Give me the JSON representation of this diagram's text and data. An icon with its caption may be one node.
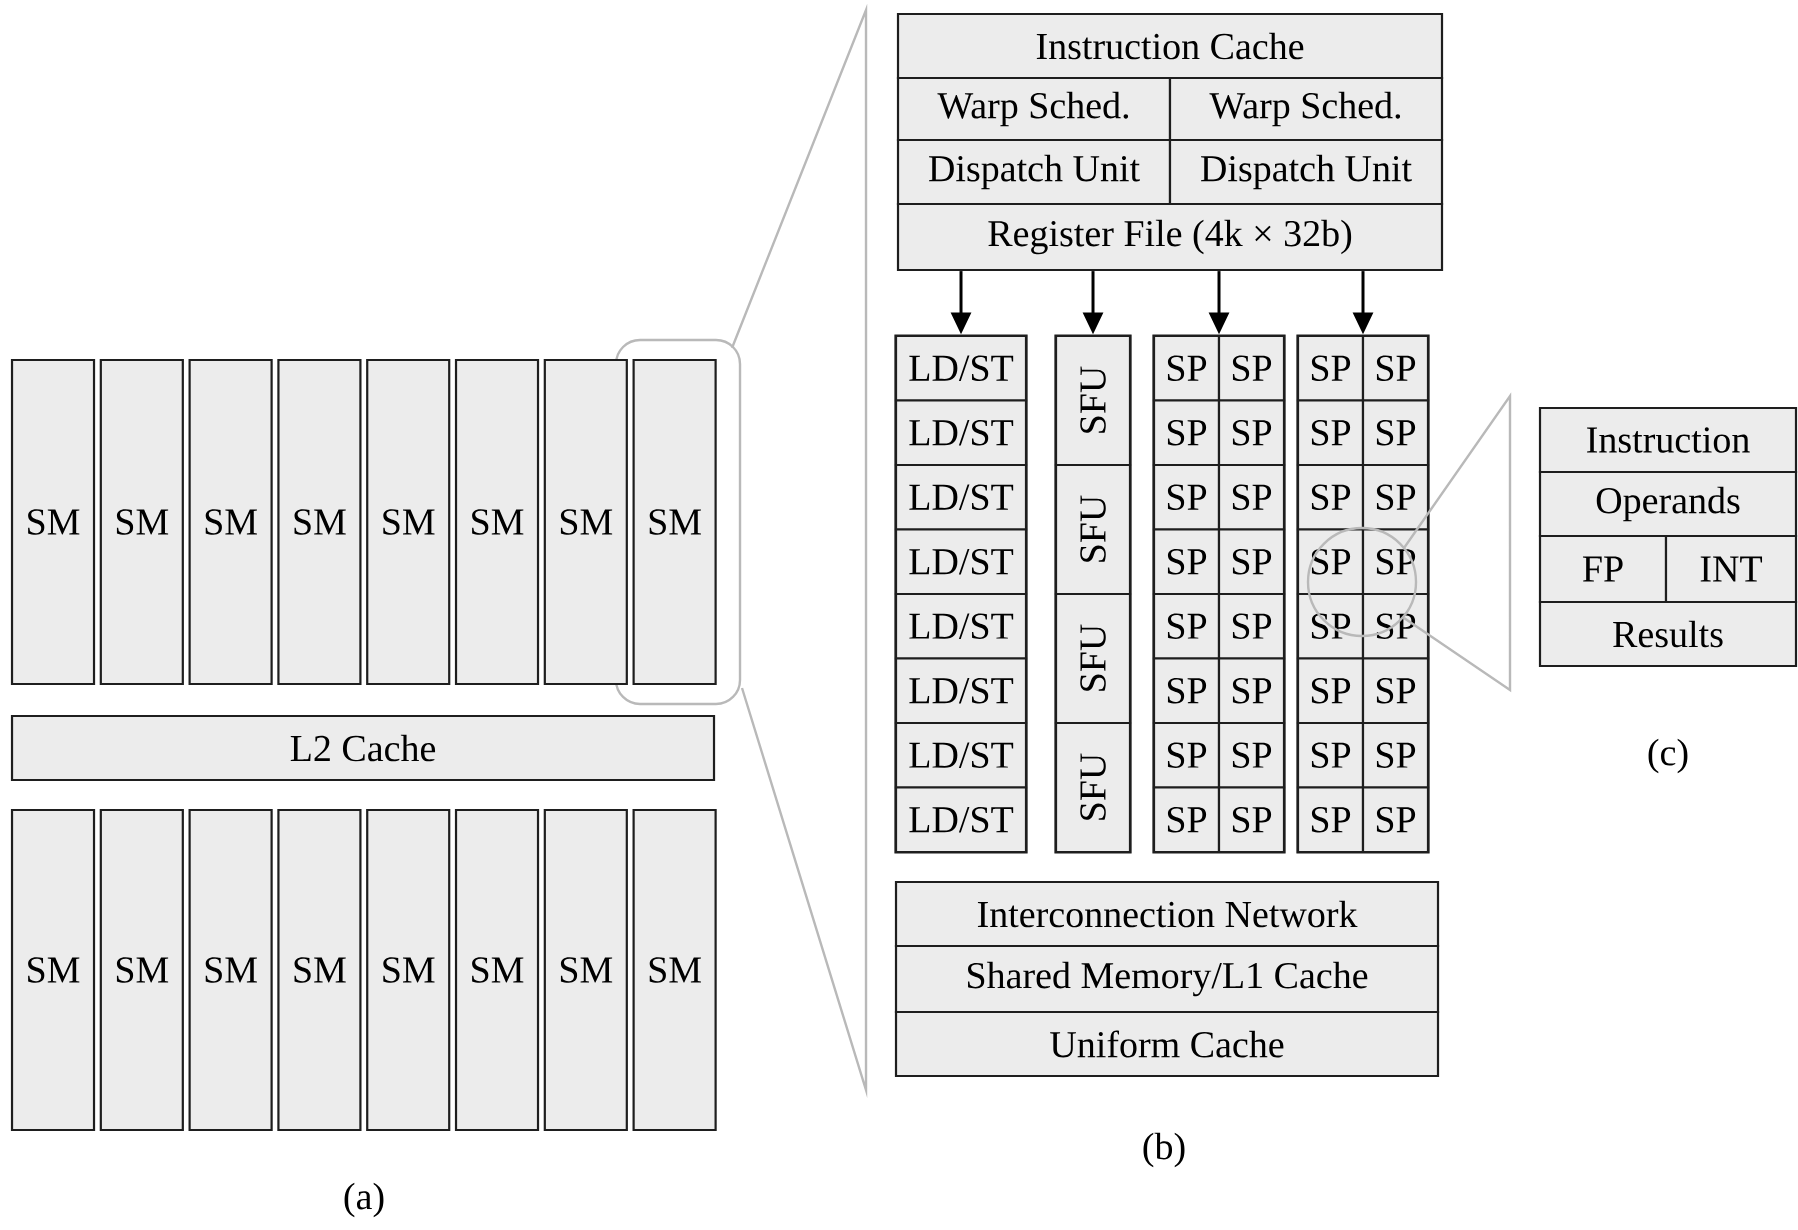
{
  "diagram": {
    "nodes": [
      {
        "text": [
          "SM"
        ]
      },
      {
        "text": [
          "SM"
        ]
      },
      {
        "text": [
          "SM"
        ]
      },
      {
        "text": [
          "SM"
        ]
      },
      {
        "text": [
          "SM"
        ]
      },
      {
        "text": [
          "SM"
        ]
      },
      {
        "text": [
          "SM"
        ]
      },
      {
        "text": [
          "SM"
        ]
      },
      {
        "text": [
          "L2 Cache"
        ]
      },
      {
        "text": [
          "SM"
        ]
      },
      {
        "text": [
          "SM"
        ]
      },
      {
        "text": [
          "SM"
        ]
      },
      {
        "text": [
          "SM"
        ]
      },
      {
        "text": [
          "SM"
        ]
      },
      {
        "text": [
          "SM"
        ]
      },
      {
        "text": [
          "SM"
        ]
      },
      {
        "text": [
          "SM"
        ]
      },
      {
        "text": [
          "Instruction Cache"
        ]
      },
      {
        "text": [
          "Warp Sched."
        ]
      },
      {
        "text": [
          "Warp Sched."
        ]
      },
      {
        "text": [
          "Dispatch Unit"
        ]
      },
      {
        "text": [
          "Dispatch Unit"
        ]
      },
      {
        "text": [
          "Register File (4k × 32b)"
        ]
      },
      {
        "text": [],
        "shape": "box"
      },
      {
        "text": [
          "LD/ST"
        ],
        "in": 23
      },
      {
        "text": [
          "LD/ST"
        ],
        "in": 23
      },
      {
        "text": [
          "LD/ST"
        ],
        "in": 23
      },
      {
        "text": [
          "LD/ST"
        ],
        "in": 23
      },
      {
        "text": [
          "LD/ST"
        ],
        "in": 23
      },
      {
        "text": [
          "LD/ST"
        ],
        "in": 23
      },
      {
        "text": [
          "LD/ST"
        ],
        "in": 23
      },
      {
        "text": [
          "LD/ST"
        ],
        "in": 23
      },
      {
        "text": [],
        "shape": "box"
      },
      {
        "text": [
          "SFU"
        ],
        "in": 32
      },
      {
        "text": [
          "SFU"
        ],
        "in": 32
      },
      {
        "text": [
          "SFU"
        ],
        "in": 32
      },
      {
        "text": [
          "SFU"
        ],
        "in": 32
      },
      {
        "text": [],
        "shape": "box"
      },
      {
        "text": [
          "SP"
        ],
        "in": 37
      },
      {
        "text": [
          "SP"
        ],
        "in": 37
      },
      {
        "text": [
          "SP"
        ],
        "in": 37
      },
      {
        "text": [
          "SP"
        ],
        "in": 37
      },
      {
        "text": [
          "SP"
        ],
        "in": 37
      },
      {
        "text": [
          "SP"
        ],
        "in": 37
      },
      {
        "text": [
          "SP"
        ],
        "in": 37
      },
      {
        "text": [
          "SP"
        ],
        "in": 37
      },
      {
        "text": [
          "SP"
        ],
        "in": 37
      },
      {
        "text": [
          "SP"
        ],
        "in": 37
      },
      {
        "text": [
          "SP"
        ],
        "in": 37
      },
      {
        "text": [
          "SP"
        ],
        "in": 37
      },
      {
        "text": [
          "SP"
        ],
        "in": 37
      },
      {
        "text": [
          "SP"
        ],
        "in": 37
      },
      {
        "text": [
          "SP"
        ],
        "in": 37
      },
      {
        "text": [
          "SP"
        ],
        "in": 37
      },
      {
        "text": [],
        "shape": "box"
      },
      {
        "text": [
          "SP"
        ],
        "in": 54
      },
      {
        "text": [
          "SP"
        ],
        "in": 54
      },
      {
        "text": [
          "SP"
        ],
        "in": 54
      },
      {
        "text": [
          "SP"
        ],
        "in": 54
      },
      {
        "text": [
          "SP"
        ],
        "in": 54
      },
      {
        "text": [
          "SP"
        ],
        "in": 54
      },
      {
        "text": [
          "SP"
        ],
        "in": 54
      },
      {
        "text": [
          "SP"
        ],
        "in": 54
      },
      {
        "text": [
          "SP"
        ],
        "in": 54
      },
      {
        "text": [
          "SP"
        ],
        "in": 54
      },
      {
        "text": [
          "SP"
        ],
        "in": 54
      },
      {
        "text": [
          "SP"
        ],
        "in": 54
      },
      {
        "text": [
          "SP"
        ],
        "in": 54
      },
      {
        "text": [
          "SP"
        ],
        "in": 54
      },
      {
        "text": [
          "SP"
        ],
        "in": 54
      },
      {
        "text": [
          "SP"
        ],
        "in": 54
      },
      {
        "text": [
          "Interconnection Network"
        ]
      },
      {
        "text": [
          "Shared Memory/L1 Cache"
        ]
      },
      {
        "text": [
          "Uniform Cache"
        ]
      },
      {
        "text": [
          "Instruction"
        ]
      },
      {
        "text": [
          "Operands"
        ]
      },
      {
        "text": [
          "FP"
        ]
      },
      {
        "text": [
          "INT"
        ]
      },
      {
        "text": [
          "Results"
        ]
      }
    ],
    "edges": [
      {
        "from": 22,
        "to": 23,
        "arrow": "to"
      },
      {
        "from": 22,
        "to": 32,
        "arrow": "to"
      },
      {
        "from": 22,
        "to": 37,
        "arrow": "to"
      },
      {
        "from": 22,
        "to": 54,
        "arrow": "to"
      }
    ],
    "labels": [
      "(c)",
      "(b)",
      "(a)"
    ]
  }
}
